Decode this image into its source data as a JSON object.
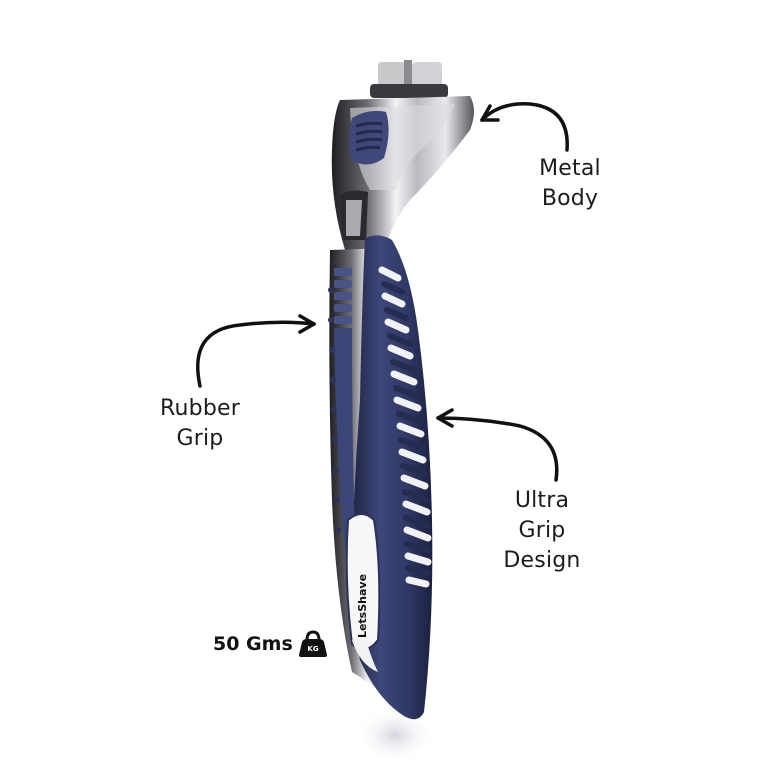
{
  "product": {
    "brand": "LetsShave",
    "colors": {
      "background": "#ffffff",
      "grip_navy": "#3b4576",
      "grip_dark": "#262d52",
      "chrome_light": "#e8e8ea",
      "chrome_dark": "#2a2a2e",
      "text": "#1c1c1c"
    }
  },
  "callouts": {
    "metal_body": {
      "line1": "Metal",
      "line2": "Body"
    },
    "rubber_grip": {
      "line1": "Rubber",
      "line2": "Grip"
    },
    "ultra_grip": {
      "line1": "Ultra",
      "line2": "Grip",
      "line3": "Design"
    }
  },
  "weight": {
    "label": "50 Gms",
    "icon_text": "KG",
    "icon": "kettlebell-weight-icon"
  }
}
